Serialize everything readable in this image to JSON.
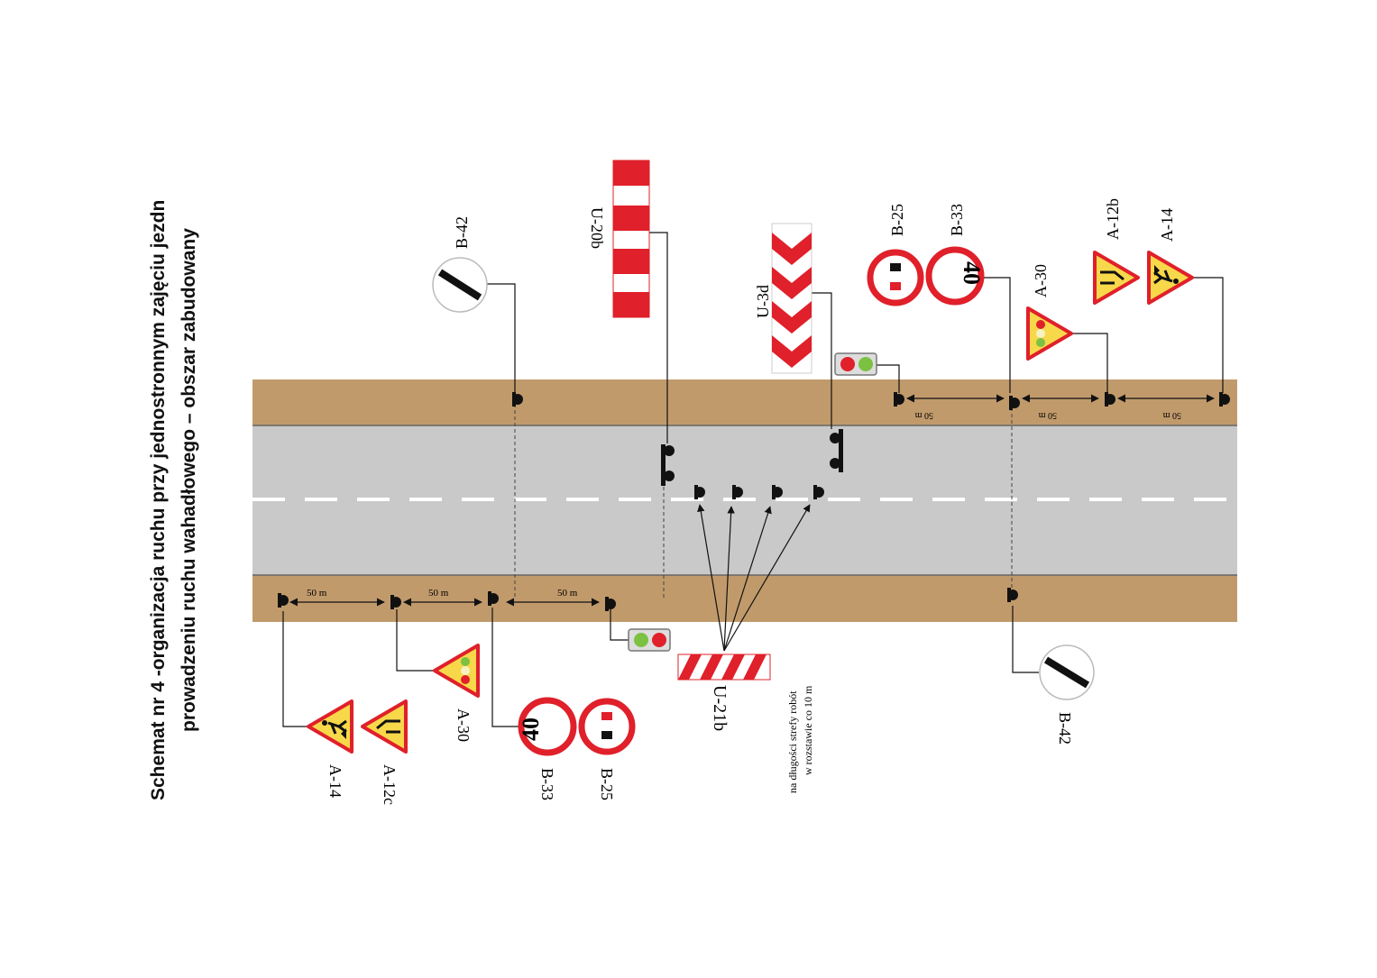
{
  "title": {
    "line1": "Schemat nr 4 -organizacja ruchu przy jednostronnym zajęciu jezdn",
    "line2": "prowadzeniu ruchu wahadłowego – obszar zabudowany"
  },
  "labels": {
    "b42_top": "B-42",
    "b42_bottom": "B-42",
    "u20b": "U-20b",
    "u3d": "U-3d",
    "b25_top": "B-25",
    "b33_top": "B-33",
    "a30_top": "A-30",
    "a12b": "A-12b",
    "a14_top": "A-14",
    "a14_bottom": "A-14",
    "a12c": "A-12c",
    "a30_bottom": "A-30",
    "b33_bottom": "B-33",
    "b25_bottom": "B-25",
    "u21b": "U-21b",
    "note_line1": "na długości strefy robót",
    "note_line2": "w rozstawie co 10 m"
  },
  "speed_limit": "40",
  "distances": {
    "top_1": "50 m",
    "top_2": "50 m",
    "top_3": "50 m",
    "bottom_1": "50 m",
    "bottom_2": "50 m",
    "bottom_3": "50 m"
  },
  "colors": {
    "shoulder": "#c19a6b",
    "road": "#c9c9c9",
    "sign_red": "#e0202a",
    "sign_yellow": "#f7d84a",
    "post": "#111111"
  },
  "icons": {
    "end_prohibition": "b42-end-of-prohibitions-icon",
    "no_passing": "b25-no-overtaking-icon",
    "speed": "b33-speed-limit-icon",
    "traffic_light": "a30-traffic-signals-icon",
    "road_works": "a14-road-works-icon",
    "narrowing": "a12-road-narrowing-icon",
    "barrier": "u20b-barrier-icon",
    "chevron": "u3d-chevron-board-icon",
    "barrier_board": "u21b-barrier-board-icon"
  }
}
